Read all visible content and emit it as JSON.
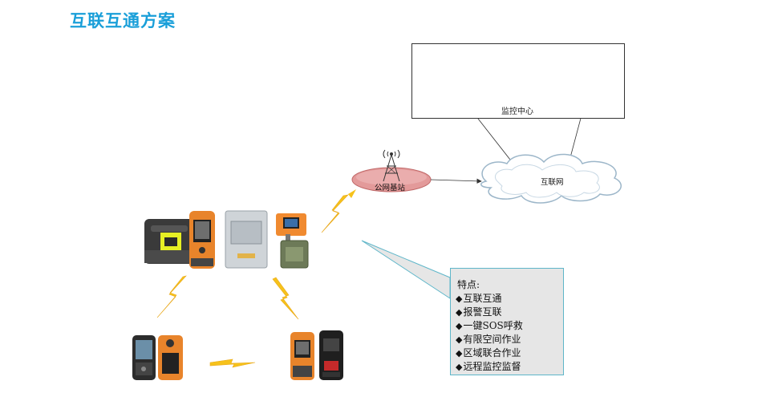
{
  "title": "互联互通方案",
  "monitor_center": {
    "label": "监控中心"
  },
  "base_station": {
    "label": "公网基站"
  },
  "internet": {
    "label": "互联网"
  },
  "features": {
    "title": "特点:",
    "items": [
      "互联互通",
      "报警互联",
      "一键SOS呼救",
      "有限空间作业",
      "区域联合作业",
      "远程监控监督"
    ]
  },
  "colors": {
    "title": "#1a9fd9",
    "lightning": "#f6c21b",
    "station_ellipse": "#e39a9a",
    "callout_border": "#5eb6c9",
    "callout_fill": "#e6e6e6",
    "device_orange": "#e8842b"
  }
}
